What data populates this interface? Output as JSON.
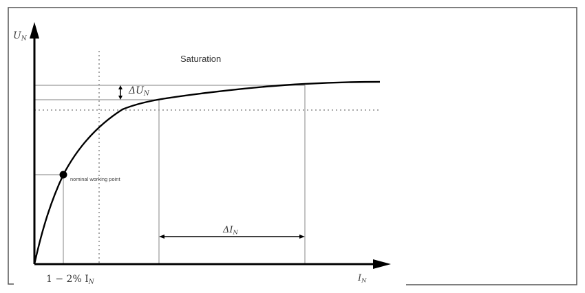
{
  "diagram": {
    "type": "saturation-curve",
    "frame_color": "#555555",
    "curve_color": "#000000",
    "guide_color": "#9a9a9a",
    "dotted_color": "#8a8a8a",
    "labels": {
      "y_axis": {
        "main": "U",
        "sub": "N"
      },
      "x_axis": {
        "main": "I",
        "sub": "N"
      },
      "saturation": "Saturation",
      "delta_u": {
        "main": "ΔU",
        "sub": "N"
      },
      "delta_i": {
        "main": "ΔI",
        "sub": "N"
      },
      "nominal_point": "nominal working point",
      "x_tick": {
        "main": "1 − 2% I",
        "sub": "N"
      }
    }
  }
}
